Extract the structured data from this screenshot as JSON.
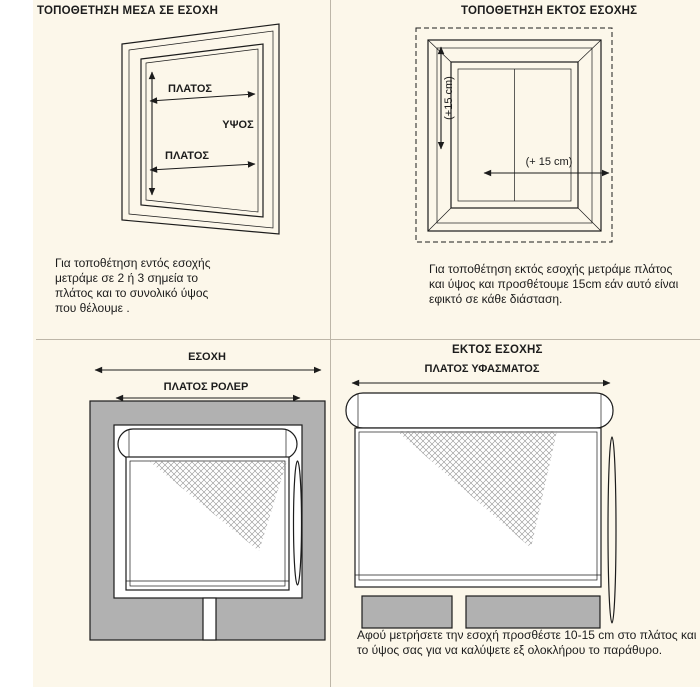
{
  "colors": {
    "background": "#fcf7ea",
    "divider": "#bdb6a8",
    "frame_gray": "#b1b1b1",
    "ink": "#1c1c1c"
  },
  "top_left": {
    "title": "ΤΟΠΟΘΕΤΗΣΗ ΜΕΣΑ ΣΕ ΕΣΟΧΗ",
    "label_width_top": "ΠΛΑΤΟΣ",
    "label_width_bottom": "ΠΛΑΤΟΣ",
    "label_height": "ΥΨΟΣ",
    "caption": "Για τοποθέτηση εντός εσοχής μετράμε σε 2 ή 3 σημεία το πλάτος και το συνολικό ύψος που θέλουμε ."
  },
  "top_right": {
    "title": "ΤΟΠΟΘΕΤΗΣΗ ΕΚΤΟΣ ΕΣΟΧΗΣ",
    "label_plus15_vertical": "(+15 cm)",
    "label_plus15_horizontal": "(+ 15 cm)",
    "caption": "Για τοποθέτηση εκτός εσοχής μετράμε πλάτος και ύψος και προσθέτουμε 15cm εάν αυτό είναι εφικτό σε κάθε διάσταση."
  },
  "bottom_left": {
    "label_recess": "ΕΣΟΧΗ",
    "label_roller_width": "ΠΛΑΤΟΣ ΡΟΛΕΡ"
  },
  "bottom_right": {
    "title": "ΕΚΤΟΣ ΕΣΟΧΗΣ",
    "label_fabric_width": "ΠΛΑΤΟΣ ΥΦΑΣΜΑΤΟΣ",
    "caption": "Αφού μετρήσετε την εσοχή προσθέστε 10-15 cm στο πλάτος και το ύψος σας για να καλύψετε εξ ολοκλήρου το παράθυρο."
  }
}
